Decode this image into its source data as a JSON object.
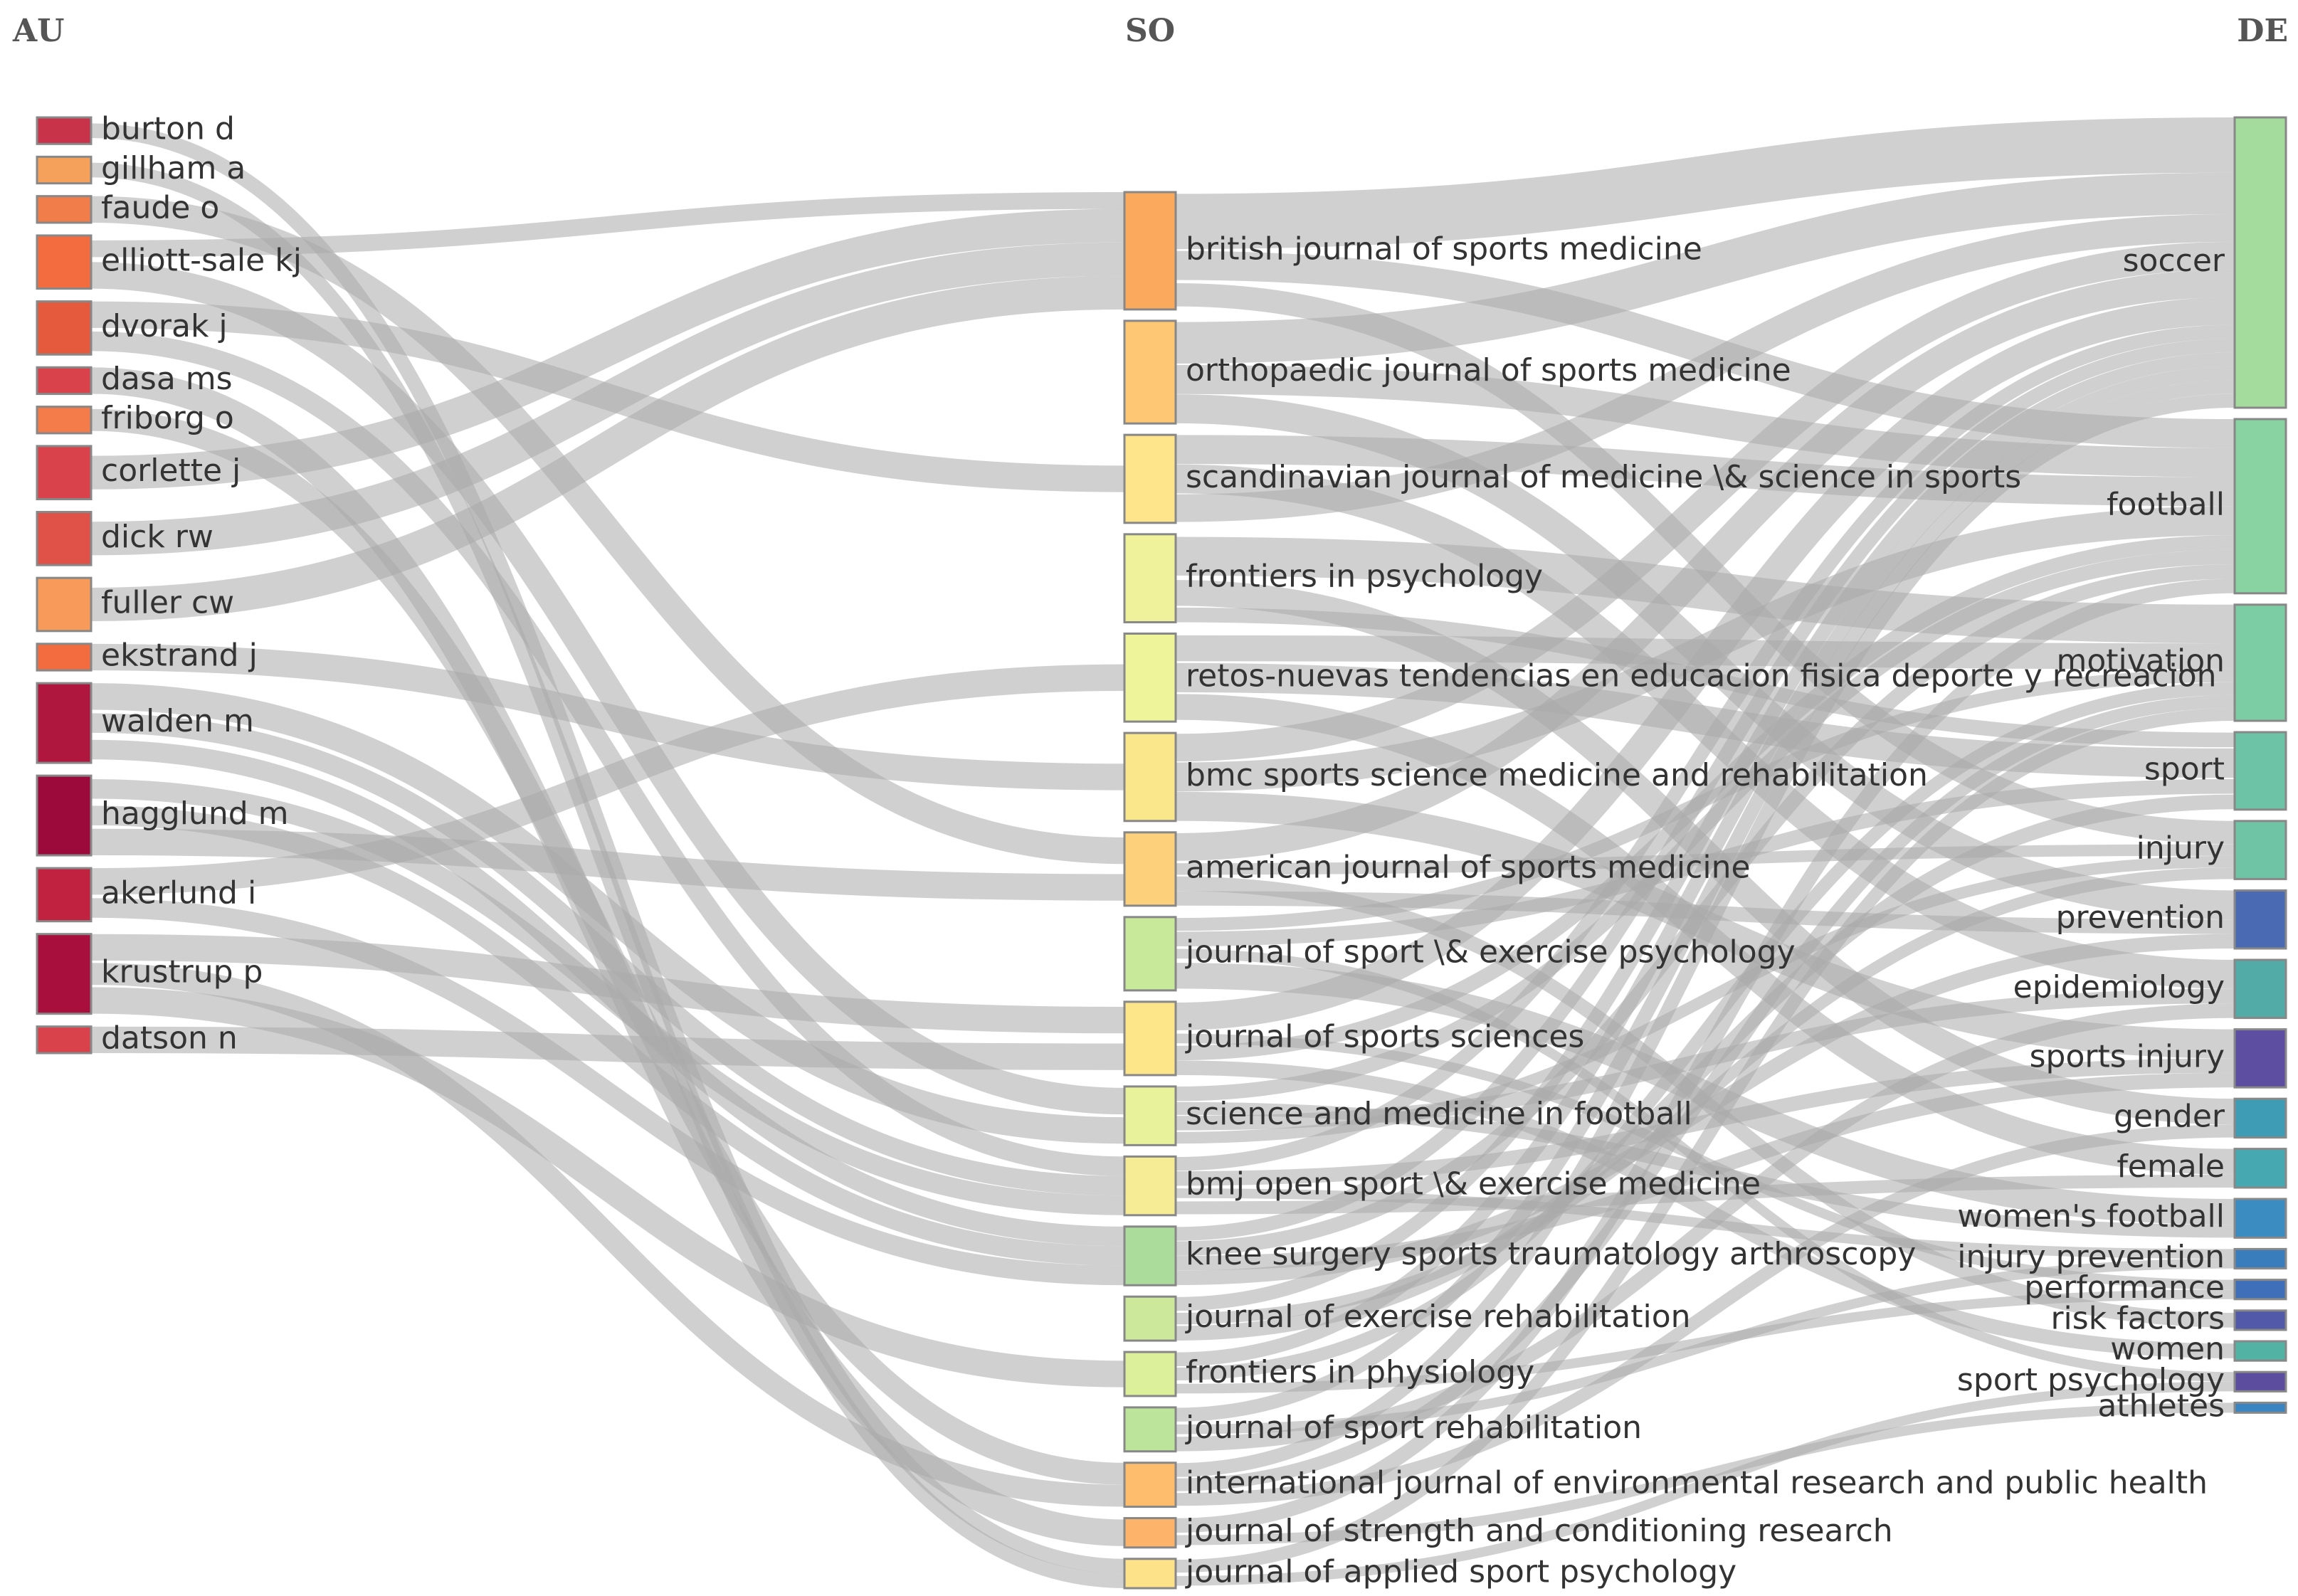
{
  "chart_data": {
    "type": "sankey",
    "columns": [
      {
        "id": "AU",
        "label": "AU"
      },
      {
        "id": "SO",
        "label": "SO"
      },
      {
        "id": "DE",
        "label": "DE"
      }
    ],
    "link_color": "#a9a9a9",
    "nodes": [
      {
        "id": "burton-d",
        "column": "AU",
        "label": "burton d",
        "color": "#c8334a",
        "value": 1
      },
      {
        "id": "gillham-a",
        "column": "AU",
        "label": "gillham a",
        "color": "#f5a15c",
        "value": 1
      },
      {
        "id": "faude-o",
        "column": "AU",
        "label": "faude o",
        "color": "#f07d4a",
        "value": 1
      },
      {
        "id": "elliott-sale-kj",
        "column": "AU",
        "label": "elliott-sale kj",
        "color": "#f26c3f",
        "value": 2
      },
      {
        "id": "dvorak-j",
        "column": "AU",
        "label": "dvorak j",
        "color": "#e55a3d",
        "value": 2
      },
      {
        "id": "dasa-ms",
        "column": "AU",
        "label": "dasa ms",
        "color": "#d9424b",
        "value": 1
      },
      {
        "id": "friborg-o",
        "column": "AU",
        "label": "friborg o",
        "color": "#f47b4a",
        "value": 1
      },
      {
        "id": "corlette-j",
        "column": "AU",
        "label": "corlette j",
        "color": "#d9424b",
        "value": 2
      },
      {
        "id": "dick-rw",
        "column": "AU",
        "label": "dick rw",
        "color": "#e05148",
        "value": 2
      },
      {
        "id": "fuller-cw",
        "column": "AU",
        "label": "fuller cw",
        "color": "#f79a5a",
        "value": 2
      },
      {
        "id": "ekstrand-j",
        "column": "AU",
        "label": "ekstrand j",
        "color": "#f26c3f",
        "value": 1
      },
      {
        "id": "walden-m",
        "column": "AU",
        "label": "walden m",
        "color": "#b0173f",
        "value": 3
      },
      {
        "id": "hagglund-m",
        "column": "AU",
        "label": "hagglund m",
        "color": "#9b0a3a",
        "value": 3
      },
      {
        "id": "akerlund-i",
        "column": "AU",
        "label": "akerlund i",
        "color": "#c0223f",
        "value": 2
      },
      {
        "id": "krustrup-p",
        "column": "AU",
        "label": "krustrup p",
        "color": "#a80f3d",
        "value": 3
      },
      {
        "id": "datson-n",
        "column": "AU",
        "label": "datson n",
        "color": "#d9424b",
        "value": 1
      },
      {
        "id": "bjsm",
        "column": "SO",
        "label": "british journal of sports medicine",
        "color": "#fba95d",
        "value": 8
      },
      {
        "id": "ojsm",
        "column": "SO",
        "label": "orthopaedic journal of sports medicine",
        "color": "#fdc774",
        "value": 7
      },
      {
        "id": "sjmss",
        "column": "SO",
        "label": "scandinavian journal of medicine \\& science in sports",
        "color": "#fee58b",
        "value": 6
      },
      {
        "id": "fpsy",
        "column": "SO",
        "label": "frontiers in psychology",
        "color": "#eff29a",
        "value": 6
      },
      {
        "id": "retos",
        "column": "SO",
        "label": "retos-nuevas tendencias en educacion fisica deporte y recreacion",
        "color": "#eef49a",
        "value": 6
      },
      {
        "id": "bmc",
        "column": "SO",
        "label": "bmc sports science medicine and rehabilitation",
        "color": "#fbe78b",
        "value": 6
      },
      {
        "id": "ajsm",
        "column": "SO",
        "label": "american journal of sports medicine",
        "color": "#fdd07b",
        "value": 5
      },
      {
        "id": "jsep",
        "column": "SO",
        "label": "journal of sport \\& exercise psychology",
        "color": "#c8e89a",
        "value": 5
      },
      {
        "id": "jss",
        "column": "SO",
        "label": "journal of sports sciences",
        "color": "#fde58a",
        "value": 5
      },
      {
        "id": "smf",
        "column": "SO",
        "label": "science and medicine in football",
        "color": "#e8f29a",
        "value": 4
      },
      {
        "id": "bmjopen",
        "column": "SO",
        "label": "bmj open sport \\& exercise medicine",
        "color": "#f6ec95",
        "value": 4
      },
      {
        "id": "kssta",
        "column": "SO",
        "label": "knee surgery sports traumatology arthroscopy",
        "color": "#acdc9c",
        "value": 4
      },
      {
        "id": "jer",
        "column": "SO",
        "label": "journal of exercise rehabilitation",
        "color": "#cce89a",
        "value": 3
      },
      {
        "id": "fphys",
        "column": "SO",
        "label": "frontiers in physiology",
        "color": "#dcef9a",
        "value": 3
      },
      {
        "id": "jsr",
        "column": "SO",
        "label": "journal of sport rehabilitation",
        "color": "#bde49b",
        "value": 3
      },
      {
        "id": "ijerph",
        "column": "SO",
        "label": "international journal of environmental research and public health",
        "color": "#fdbd6c",
        "value": 3
      },
      {
        "id": "jscr",
        "column": "SO",
        "label": "journal of strength and conditioning research",
        "color": "#fdb46a",
        "value": 2
      },
      {
        "id": "jasp",
        "column": "SO",
        "label": "journal of applied sport psychology",
        "color": "#fee28a",
        "value": 2
      },
      {
        "id": "soccer",
        "column": "DE",
        "label": "soccer",
        "color": "#a4dc9e",
        "value": 15
      },
      {
        "id": "football",
        "column": "DE",
        "label": "football",
        "color": "#89d2a2",
        "value": 9
      },
      {
        "id": "motivation",
        "column": "DE",
        "label": "motivation",
        "color": "#7ccca4",
        "value": 6
      },
      {
        "id": "sport",
        "column": "DE",
        "label": "sport",
        "color": "#6cc3a5",
        "value": 4
      },
      {
        "id": "injury",
        "column": "DE",
        "label": "injury",
        "color": "#6ec4a5",
        "value": 3
      },
      {
        "id": "prevention",
        "column": "DE",
        "label": "prevention",
        "color": "#4a6bb4",
        "value": 3
      },
      {
        "id": "epidemiology",
        "column": "DE",
        "label": "epidemiology",
        "color": "#52aba6",
        "value": 3
      },
      {
        "id": "sports-injury",
        "column": "DE",
        "label": "sports injury",
        "color": "#5e4ea2",
        "value": 3
      },
      {
        "id": "gender",
        "column": "DE",
        "label": "gender",
        "color": "#3e9cb4",
        "value": 2
      },
      {
        "id": "female",
        "column": "DE",
        "label": "female",
        "color": "#46a8b1",
        "value": 2
      },
      {
        "id": "womens-football",
        "column": "DE",
        "label": "women's football",
        "color": "#3b8cc0",
        "value": 2
      },
      {
        "id": "injury-prevention",
        "column": "DE",
        "label": "injury prevention",
        "color": "#3a7dbd",
        "value": 1
      },
      {
        "id": "performance",
        "column": "DE",
        "label": "performance",
        "color": "#3f6fb8",
        "value": 1
      },
      {
        "id": "risk-factors",
        "column": "DE",
        "label": "risk factors",
        "color": "#5159a8",
        "value": 1
      },
      {
        "id": "women",
        "column": "DE",
        "label": "women",
        "color": "#52b3a4",
        "value": 1
      },
      {
        "id": "sport-psychology",
        "column": "DE",
        "label": "sport psychology",
        "color": "#5c4d9f",
        "value": 1
      },
      {
        "id": "athletes",
        "column": "DE",
        "label": "athletes",
        "color": "#3a84c2",
        "value": 0.5
      }
    ],
    "links": [
      {
        "source": "burton-d",
        "target": "jasp",
        "value": 1
      },
      {
        "source": "gillham-a",
        "target": "jasp",
        "value": 1
      },
      {
        "source": "faude-o",
        "target": "ajsm",
        "value": 1
      },
      {
        "source": "elliott-sale-kj",
        "target": "bjsm",
        "value": 1
      },
      {
        "source": "elliott-sale-kj",
        "target": "smf",
        "value": 1
      },
      {
        "source": "dvorak-j",
        "target": "sjmss",
        "value": 1
      },
      {
        "source": "dvorak-j",
        "target": "bmjopen",
        "value": 1
      },
      {
        "source": "dasa-ms",
        "target": "jscr",
        "value": 1
      },
      {
        "source": "friborg-o",
        "target": "ijerph",
        "value": 1
      },
      {
        "source": "corlette-j",
        "target": "bjsm",
        "value": 2
      },
      {
        "source": "dick-rw",
        "target": "bjsm",
        "value": 2
      },
      {
        "source": "fuller-cw",
        "target": "bjsm",
        "value": 2
      },
      {
        "source": "ekstrand-j",
        "target": "bmc",
        "value": 1
      },
      {
        "source": "walden-m",
        "target": "smf",
        "value": 1
      },
      {
        "source": "walden-m",
        "target": "bmjopen",
        "value": 1
      },
      {
        "source": "walden-m",
        "target": "kssta",
        "value": 1
      },
      {
        "source": "hagglund-m",
        "target": "bmjopen",
        "value": 1
      },
      {
        "source": "hagglund-m",
        "target": "kssta",
        "value": 1
      },
      {
        "source": "hagglund-m",
        "target": "ajsm",
        "value": 1
      },
      {
        "source": "akerlund-i",
        "target": "retos",
        "value": 1
      },
      {
        "source": "akerlund-i",
        "target": "kssta",
        "value": 1
      },
      {
        "source": "krustrup-p",
        "target": "jss",
        "value": 1
      },
      {
        "source": "krustrup-p",
        "target": "ijerph",
        "value": 1
      },
      {
        "source": "krustrup-p",
        "target": "fphys",
        "value": 1
      },
      {
        "source": "datson-n",
        "target": "jss",
        "value": 1
      },
      {
        "source": "bjsm",
        "target": "soccer",
        "value": 4
      },
      {
        "source": "bjsm",
        "target": "football",
        "value": 2
      },
      {
        "source": "bjsm",
        "target": "injury",
        "value": 2
      },
      {
        "source": "ojsm",
        "target": "soccer",
        "value": 3
      },
      {
        "source": "ojsm",
        "target": "football",
        "value": 2
      },
      {
        "source": "ojsm",
        "target": "prevention",
        "value": 2
      },
      {
        "source": "sjmss",
        "target": "football",
        "value": 2
      },
      {
        "source": "sjmss",
        "target": "epidemiology",
        "value": 2
      },
      {
        "source": "sjmss",
        "target": "soccer",
        "value": 2
      },
      {
        "source": "fpsy",
        "target": "motivation",
        "value": 3
      },
      {
        "source": "fpsy",
        "target": "gender",
        "value": 2
      },
      {
        "source": "fpsy",
        "target": "sport",
        "value": 1
      },
      {
        "source": "retos",
        "target": "motivation",
        "value": 2
      },
      {
        "source": "retos",
        "target": "sport",
        "value": 2
      },
      {
        "source": "retos",
        "target": "female",
        "value": 2
      },
      {
        "source": "bmc",
        "target": "soccer",
        "value": 2
      },
      {
        "source": "bmc",
        "target": "football",
        "value": 2
      },
      {
        "source": "bmc",
        "target": "sports-injury",
        "value": 2
      },
      {
        "source": "ajsm",
        "target": "soccer",
        "value": 2
      },
      {
        "source": "ajsm",
        "target": "injury",
        "value": 1
      },
      {
        "source": "ajsm",
        "target": "risk-factors",
        "value": 1
      },
      {
        "source": "ajsm",
        "target": "prevention",
        "value": 1
      },
      {
        "source": "jsep",
        "target": "motivation",
        "value": 1
      },
      {
        "source": "jsep",
        "target": "sport",
        "value": 1
      },
      {
        "source": "jsep",
        "target": "sport-psychology",
        "value": 1
      },
      {
        "source": "jsep",
        "target": "womens-football",
        "value": 2
      },
      {
        "source": "jss",
        "target": "soccer",
        "value": 2
      },
      {
        "source": "jss",
        "target": "performance",
        "value": 1
      },
      {
        "source": "jss",
        "target": "football",
        "value": 1
      },
      {
        "source": "jss",
        "target": "women",
        "value": 1
      },
      {
        "source": "smf",
        "target": "football",
        "value": 1
      },
      {
        "source": "smf",
        "target": "womens-football",
        "value": 1
      },
      {
        "source": "smf",
        "target": "epidemiology",
        "value": 1
      },
      {
        "source": "smf",
        "target": "injury",
        "value": 1
      },
      {
        "source": "bmjopen",
        "target": "soccer",
        "value": 1
      },
      {
        "source": "bmjopen",
        "target": "sports-injury",
        "value": 1
      },
      {
        "source": "bmjopen",
        "target": "injury-prevention",
        "value": 1
      },
      {
        "source": "bmjopen",
        "target": "female",
        "value": 1
      },
      {
        "source": "kssta",
        "target": "soccer",
        "value": 1
      },
      {
        "source": "kssta",
        "target": "football",
        "value": 1
      },
      {
        "source": "kssta",
        "target": "sports-injury",
        "value": 1
      },
      {
        "source": "kssta",
        "target": "prevention",
        "value": 1
      },
      {
        "source": "jer",
        "target": "soccer",
        "value": 1
      },
      {
        "source": "jer",
        "target": "injury",
        "value": 1
      },
      {
        "source": "jer",
        "target": "sport",
        "value": 1
      },
      {
        "source": "fphys",
        "target": "soccer",
        "value": 1
      },
      {
        "source": "fphys",
        "target": "motivation",
        "value": 1
      },
      {
        "source": "fphys",
        "target": "performance",
        "value": 1
      },
      {
        "source": "jsr",
        "target": "soccer",
        "value": 1
      },
      {
        "source": "jsr",
        "target": "injury-prevention",
        "value": 1
      },
      {
        "source": "jsr",
        "target": "epidemiology",
        "value": 1
      },
      {
        "source": "ijerph",
        "target": "soccer",
        "value": 1
      },
      {
        "source": "ijerph",
        "target": "motivation",
        "value": 1
      },
      {
        "source": "ijerph",
        "target": "gender",
        "value": 1
      },
      {
        "source": "jscr",
        "target": "football",
        "value": 1
      },
      {
        "source": "jscr",
        "target": "athletes",
        "value": 1
      },
      {
        "source": "jasp",
        "target": "motivation",
        "value": 1
      },
      {
        "source": "jasp",
        "target": "sport-psychology",
        "value": 1
      }
    ]
  }
}
